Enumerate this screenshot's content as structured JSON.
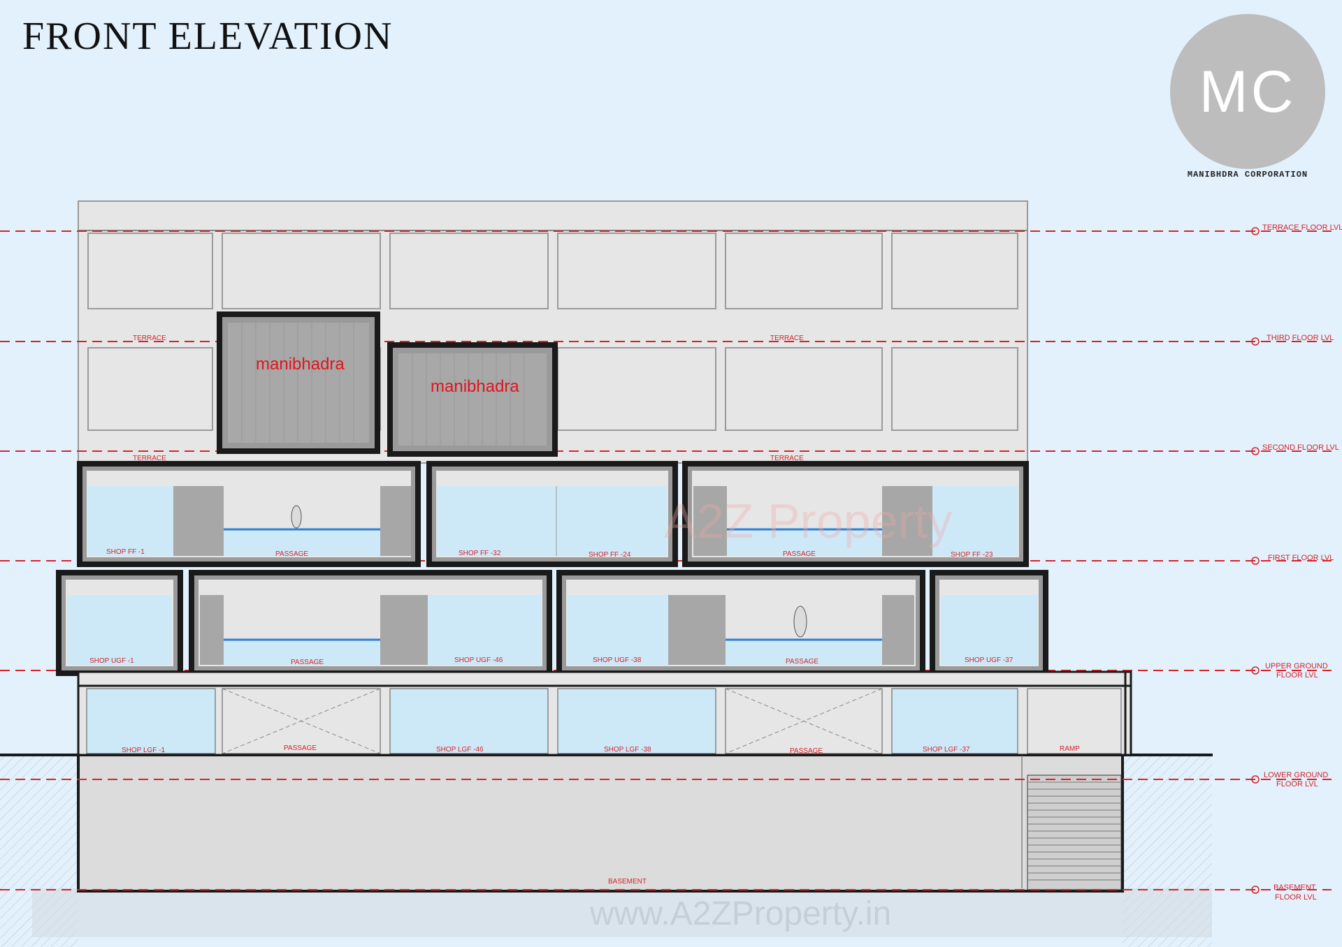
{
  "title": "FRONT ELEVATION",
  "logo": {
    "mark": "MC",
    "company": "MANIBHDRA CORPORATION"
  },
  "levels": {
    "terrace_floor": "TERRACE FLOOR LVL",
    "third_floor": "THIRD FLOOR LVL",
    "second_floor": "SECOND FLOOR LVL",
    "first_floor": "FIRST FLOOR LVL",
    "upper_ground_1": "UPPER GROUND",
    "upper_ground_2": "FLOOR LVL",
    "lower_ground_1": "LOWER GROUND",
    "lower_ground_2": "FLOOR LVL",
    "basement_1": "BASEMENT",
    "basement_2": "FLOOR LVL"
  },
  "terrace_labels": {
    "t1": "TERRACE",
    "t2": "TERRACE",
    "t3": "TERRACE",
    "t4": "TERRACE"
  },
  "signage": {
    "sign1": "manibhadra",
    "sign2": "manibhadra"
  },
  "first_floor_rooms": {
    "shop1": "SHOP FF -1",
    "passage1": "PASSAGE",
    "shop32": "SHOP FF -32",
    "shop24": "SHOP FF -24",
    "passage2": "PASSAGE",
    "shop23": "SHOP FF -23"
  },
  "upper_ground_rooms": {
    "shop1": "SHOP UGF -1",
    "passage1": "PASSAGE",
    "shop46": "SHOP UGF -46",
    "shop38": "SHOP UGF -38",
    "passage2": "PASSAGE",
    "shop37": "SHOP UGF -37"
  },
  "lower_ground_rooms": {
    "shop1": "SHOP LGF -1",
    "passage1": "PASSAGE",
    "shop46": "SHOP LGF -46",
    "shop38": "SHOP LGF -38",
    "passage2": "PASSAGE",
    "shop37": "SHOP LGF -37",
    "ramp": "RAMP"
  },
  "basement_label": "BASEMENT",
  "watermark": {
    "brand": "A2Z Property",
    "url": "www.A2ZProperty.in"
  },
  "colors": {
    "dimension_line": "#d6232a",
    "glazing": "#cde9f8",
    "frame": "#1a1a1a",
    "wall": "#e6e6e6",
    "sky": "#e2f1fc"
  }
}
